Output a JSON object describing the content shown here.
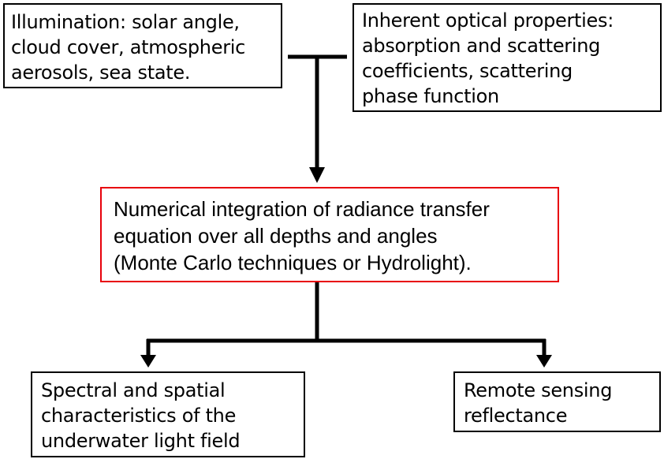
{
  "diagram": {
    "illumination": "Illumination: solar angle,\ncloud cover, atmospheric\naerosols, sea state.",
    "optical_properties": "Inherent optical properties:\nabsorption and scattering\ncoefficients, scattering\nphase function",
    "numerical_integration": "Numerical integration of radiance transfer\nequation over all depths and angles\n(Monte Carlo techniques or Hydrolight).",
    "light_field": "Spectral and spatial\ncharacteristics of the\nunderwater light field",
    "reflectance": "Remote sensing\nreflectance",
    "colors": {
      "line": "#000000",
      "highlight_border": "#e8000b"
    }
  }
}
